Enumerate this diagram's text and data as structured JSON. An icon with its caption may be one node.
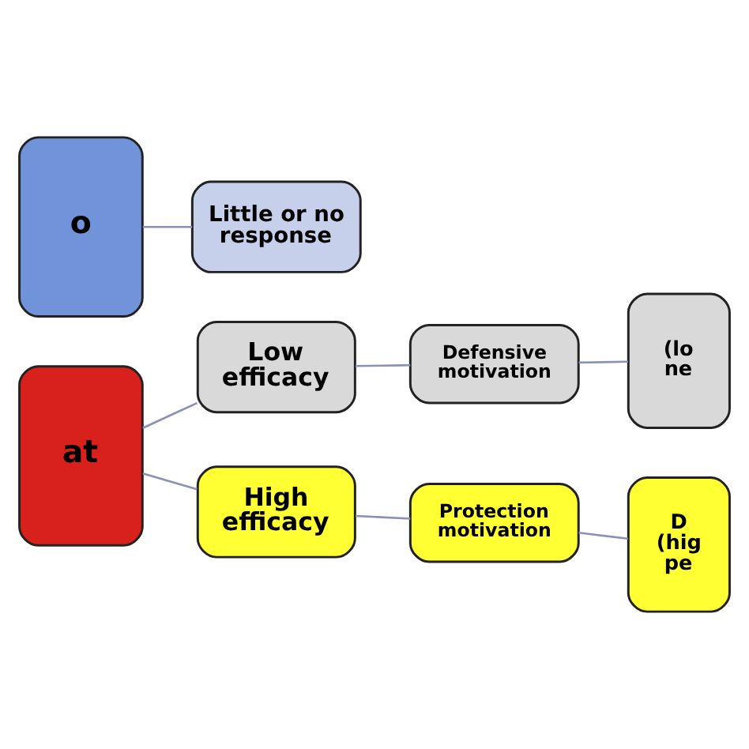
{
  "diagram": {
    "nodes": [
      {
        "text": [
          "o"
        ]
      },
      {
        "text": [
          "Little or no response"
        ]
      },
      {
        "text": [
          "at"
        ]
      },
      {
        "text": [
          "Low efficacy"
        ]
      },
      {
        "text": [
          "Defensive motivation"
        ]
      },
      {
        "text": [
          "(lo ne"
        ]
      },
      {
        "text": [
          "High efficacy"
        ]
      },
      {
        "text": [
          "Protection motivation"
        ]
      },
      {
        "text": [
          "D (hig pe"
        ]
      }
    ],
    "edges": [
      {
        "from": 0,
        "to": 1,
        "arrow": "none"
      },
      {
        "from": 2,
        "to": 3,
        "arrow": "none"
      },
      {
        "from": 2,
        "to": 6,
        "arrow": "none"
      },
      {
        "from": 3,
        "to": 4,
        "arrow": "none"
      },
      {
        "from": 4,
        "to": 5,
        "arrow": "none"
      },
      {
        "from": 6,
        "to": 7,
        "arrow": "none"
      },
      {
        "from": 7,
        "to": 8,
        "arrow": "none"
      }
    ]
  }
}
